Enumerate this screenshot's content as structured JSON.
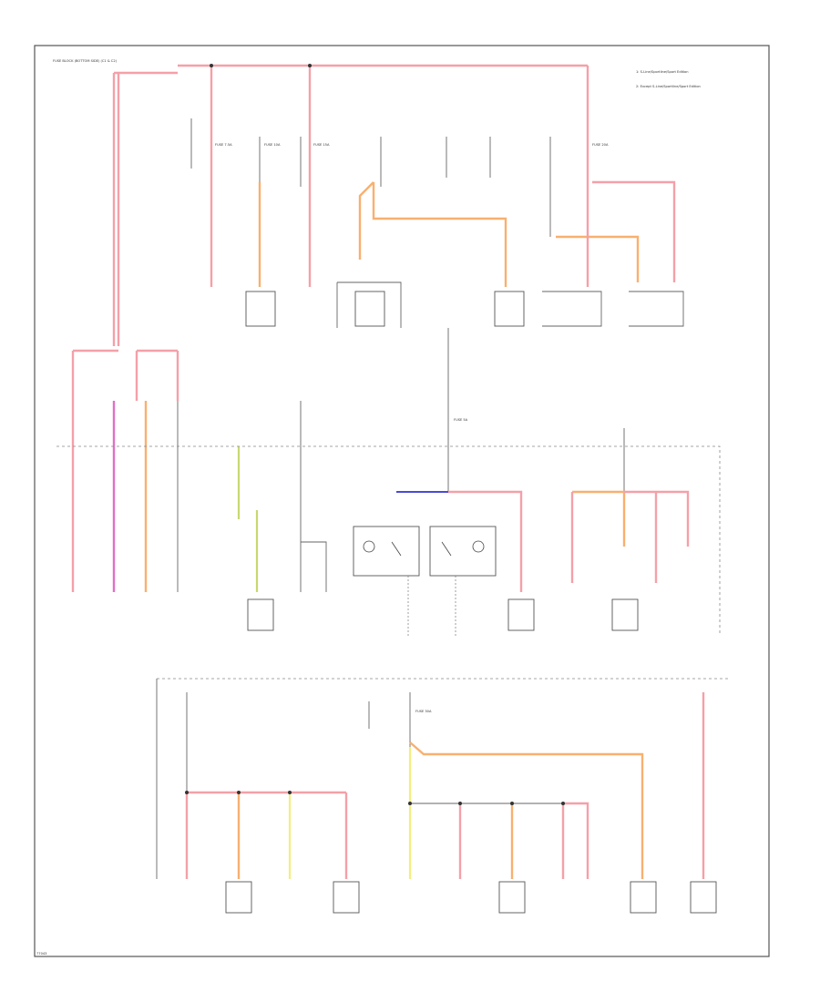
{
  "diagram": {
    "code": "77043",
    "notes": [
      "1: S-Line/Sportline/Sport Edition",
      "2: Except S-Line/Sportline/Sport Edition"
    ],
    "top_left_label": "FUSE BLOCK (BOTTOM SIDE) (C1 & C2)",
    "fuse_labels": [
      "FUSE 7.5A",
      "FUSE 10A",
      "FUSE 15A",
      "FUSE 20A",
      "FUSE 5A",
      "FUSE 30A"
    ],
    "wire_colors": {
      "red": "#f4a0a8",
      "pink": "#f06090",
      "magenta": "#e070c8",
      "orange": "#f8b070",
      "yellow": "#f2ee80",
      "yellow_green": "#c8d870",
      "blue": "#4a4ad8"
    }
  }
}
